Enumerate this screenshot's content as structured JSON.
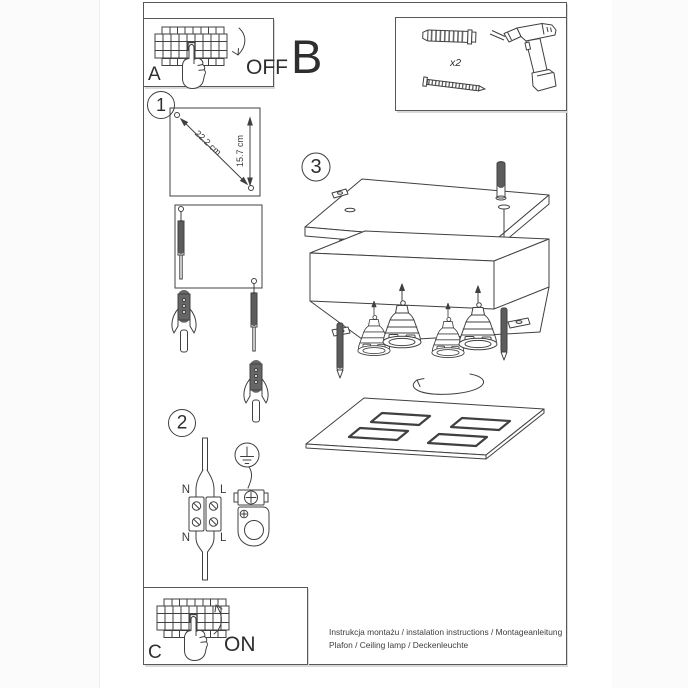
{
  "document": {
    "kind": "installation-instruction-sheet",
    "footer": {
      "line1": "Instrukcja montażu / instalation instructions / Montageanleitung",
      "line2": "Plafon / Ceiling lamp / Deckenleuchte"
    }
  },
  "sections": {
    "a": {
      "label": "A",
      "action": "OFF"
    },
    "b": {
      "label": "B",
      "anchor_quantity": "x2"
    },
    "c": {
      "label": "C",
      "action": "ON"
    }
  },
  "steps": {
    "step1": {
      "number": "1",
      "diagonal_dimension": "22.2 cm",
      "vertical_dimension": "15.7 cm"
    },
    "step2": {
      "number": "2",
      "terminal_labels": {
        "top_left": "N",
        "top_right": "L",
        "bottom_left": "N",
        "bottom_right": "L"
      }
    },
    "step3": {
      "number": "3"
    }
  },
  "icons": {
    "breaker": "circuit-breaker-panel-icon",
    "hand": "pointing-hand-icon",
    "arrow_off": "curved-arrow-down-icon",
    "arrow_on": "curved-arrow-up-icon",
    "dowel": "wall-anchor-icon",
    "screw": "screw-icon",
    "drill": "cordless-drill-icon",
    "ground": "earth-ground-symbol-icon",
    "terminal": "terminal-block-icon",
    "clamp": "ground-clamp-icon",
    "lamp": "ceiling-lamp-exploded-icon",
    "rotate": "rotation-arrow-icon"
  },
  "colors": {
    "line": "#404040",
    "frame": "#585858",
    "shadow": "#d9d9d9",
    "paper": "#ffffff"
  }
}
